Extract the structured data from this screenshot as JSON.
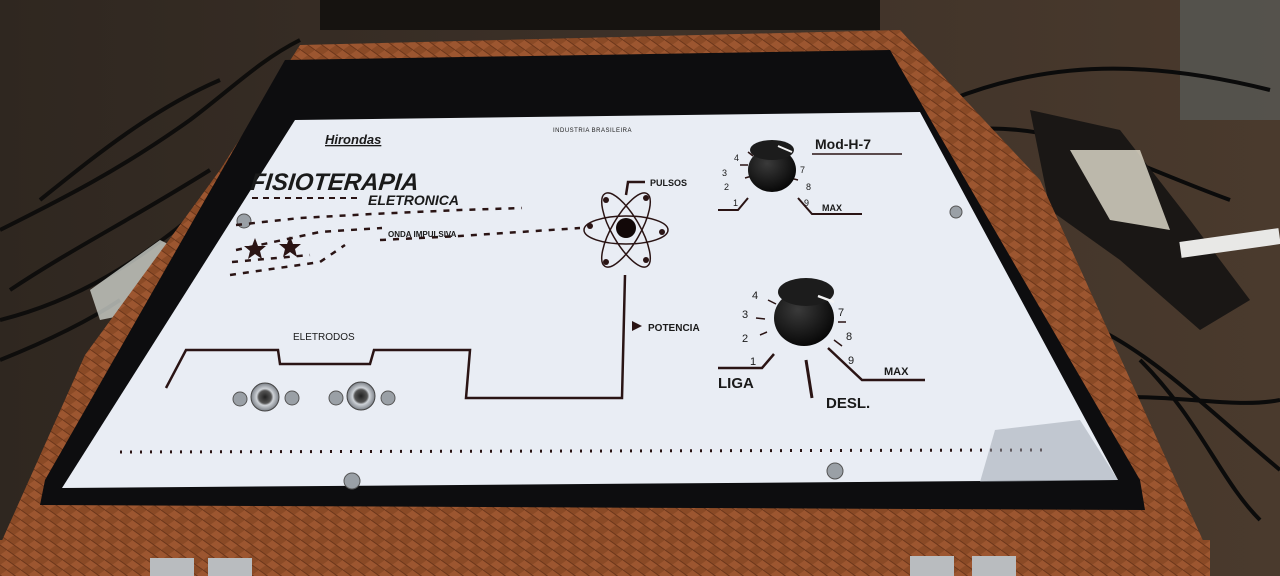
{
  "panel": {
    "brand": "Hirondas",
    "maker_line": "INDUSTRIA BRASILEIRA",
    "model": "Mod-H-7",
    "title_line1": "FISIOTERAPIA",
    "title_line2": "ELETRONICA",
    "wave_label": "ONDA IMPULSIVA",
    "electrodes_label": "ELETRODOS",
    "pulses_label": "PULSOS",
    "power_label": "POTENCIA",
    "on_label": "LIGA",
    "off_label": "DESL.",
    "max_label": "MAX",
    "pulse_dial_numbers": [
      "1",
      "2",
      "3",
      "4",
      "7",
      "8",
      "9"
    ],
    "power_dial_numbers": [
      "1",
      "2",
      "3",
      "4",
      "7",
      "8",
      "9"
    ]
  },
  "colors": {
    "panel": "#e9edf4",
    "ink": "#2a1414",
    "case_leather": "#8a4a26",
    "knob": "#0e0e0e",
    "wall": "#3a2f26"
  }
}
